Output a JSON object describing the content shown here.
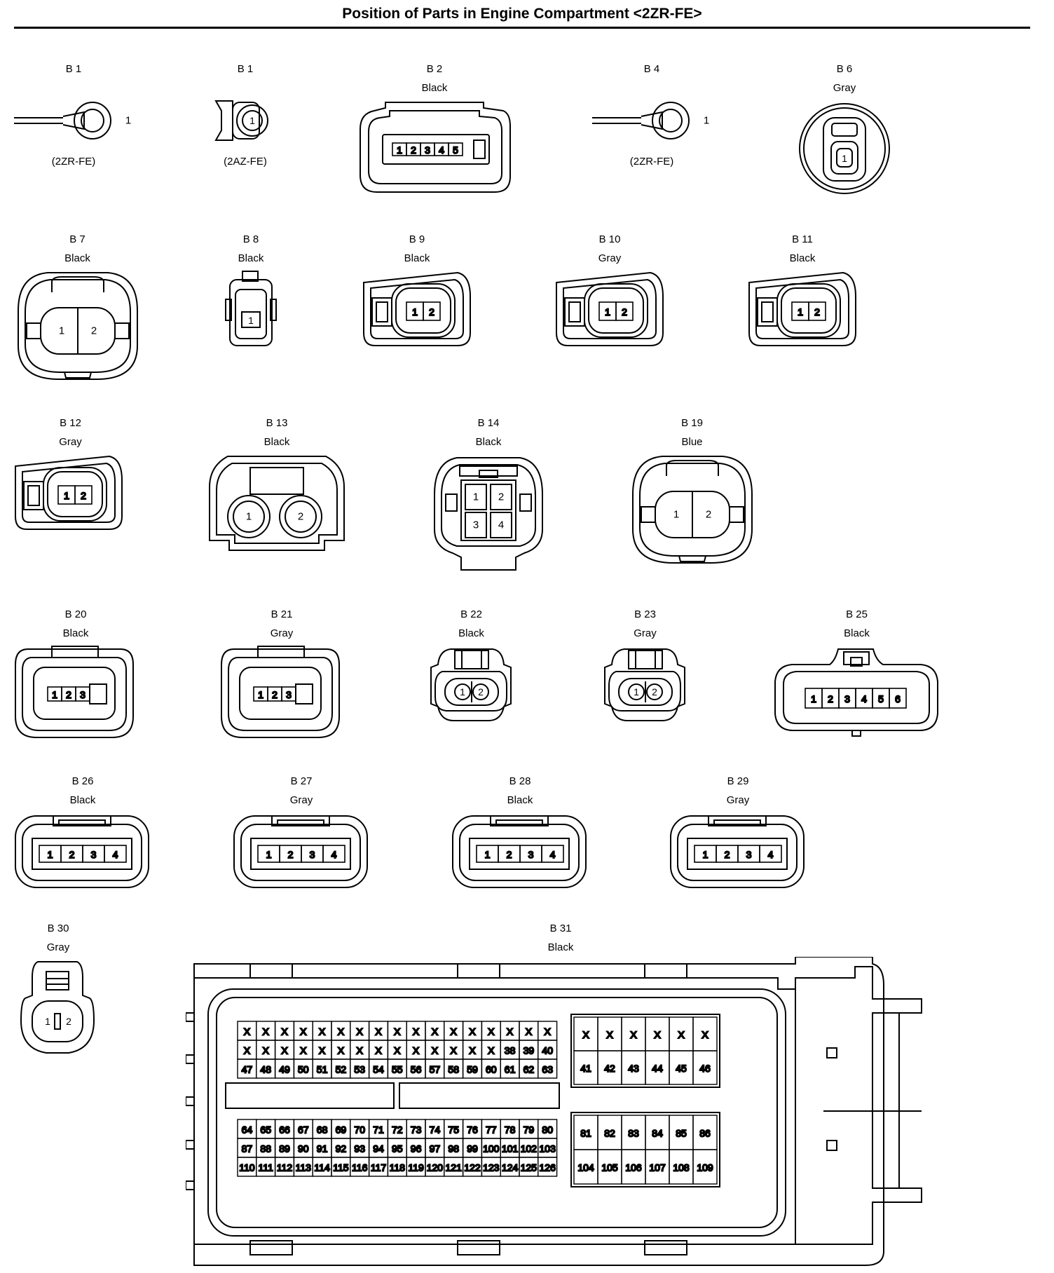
{
  "title": "Position of Parts in Engine Compartment <2ZR-FE>",
  "connectors": [
    {
      "id": "B 1",
      "color": "",
      "note": "(2ZR-FE)",
      "pins": [
        "1"
      ]
    },
    {
      "id": "B 1",
      "color": "",
      "note": "(2AZ-FE)",
      "pins": [
        "1"
      ]
    },
    {
      "id": "B 2",
      "color": "Black",
      "note": "",
      "pins": [
        "1",
        "2",
        "3",
        "4",
        "5"
      ]
    },
    {
      "id": "B 4",
      "color": "",
      "note": "(2ZR-FE)",
      "pins": [
        "1"
      ]
    },
    {
      "id": "B 6",
      "color": "Gray",
      "note": "",
      "pins": [
        "1"
      ]
    },
    {
      "id": "B 7",
      "color": "Black",
      "note": "",
      "pins": [
        "1",
        "2"
      ]
    },
    {
      "id": "B 8",
      "color": "Black",
      "note": "",
      "pins": [
        "1"
      ]
    },
    {
      "id": "B 9",
      "color": "Black",
      "note": "",
      "pins": [
        "1",
        "2"
      ]
    },
    {
      "id": "B 10",
      "color": "Gray",
      "note": "",
      "pins": [
        "1",
        "2"
      ]
    },
    {
      "id": "B 11",
      "color": "Black",
      "note": "",
      "pins": [
        "1",
        "2"
      ]
    },
    {
      "id": "B 12",
      "color": "Gray",
      "note": "",
      "pins": [
        "1",
        "2"
      ]
    },
    {
      "id": "B 13",
      "color": "Black",
      "note": "",
      "pins": [
        "1",
        "2"
      ]
    },
    {
      "id": "B 14",
      "color": "Black",
      "note": "",
      "pins": [
        "1",
        "2",
        "3",
        "4"
      ]
    },
    {
      "id": "B 19",
      "color": "Blue",
      "note": "",
      "pins": [
        "1",
        "2"
      ]
    },
    {
      "id": "B 20",
      "color": "Black",
      "note": "",
      "pins": [
        "1",
        "2",
        "3"
      ]
    },
    {
      "id": "B 21",
      "color": "Gray",
      "note": "",
      "pins": [
        "1",
        "2",
        "3"
      ]
    },
    {
      "id": "B 22",
      "color": "Black",
      "note": "",
      "pins": [
        "1",
        "2"
      ]
    },
    {
      "id": "B 23",
      "color": "Gray",
      "note": "",
      "pins": [
        "1",
        "2"
      ]
    },
    {
      "id": "B 25",
      "color": "Black",
      "note": "",
      "pins": [
        "1",
        "2",
        "3",
        "4",
        "5",
        "6"
      ]
    },
    {
      "id": "B 26",
      "color": "Black",
      "note": "",
      "pins": [
        "1",
        "2",
        "3",
        "4"
      ]
    },
    {
      "id": "B 27",
      "color": "Gray",
      "note": "",
      "pins": [
        "1",
        "2",
        "3",
        "4"
      ]
    },
    {
      "id": "B 28",
      "color": "Black",
      "note": "",
      "pins": [
        "1",
        "2",
        "3",
        "4"
      ]
    },
    {
      "id": "B 29",
      "color": "Gray",
      "note": "",
      "pins": [
        "1",
        "2",
        "3",
        "4"
      ]
    },
    {
      "id": "B 30",
      "color": "Gray",
      "note": "",
      "pins": [
        "1",
        "2"
      ]
    },
    {
      "id": "B 31",
      "color": "Black",
      "note": "",
      "pins": []
    }
  ],
  "ecu": {
    "top_left_rows": [
      [
        "X",
        "X",
        "X",
        "X",
        "X",
        "X",
        "X",
        "X",
        "X",
        "X",
        "X",
        "X",
        "X",
        "X",
        "X",
        "X",
        "X"
      ],
      [
        "X",
        "X",
        "X",
        "X",
        "X",
        "X",
        "X",
        "X",
        "X",
        "X",
        "X",
        "X",
        "X",
        "X",
        "38",
        "39",
        "40"
      ],
      [
        "47",
        "48",
        "49",
        "50",
        "51",
        "52",
        "53",
        "54",
        "55",
        "56",
        "57",
        "58",
        "59",
        "60",
        "61",
        "62",
        "63"
      ]
    ],
    "top_right_rows": [
      [
        "X",
        "X",
        "X",
        "X",
        "X",
        "X"
      ],
      [
        "41",
        "42",
        "43",
        "44",
        "45",
        "46"
      ]
    ],
    "bottom_left_rows": [
      [
        "64",
        "65",
        "66",
        "67",
        "68",
        "69",
        "70",
        "71",
        "72",
        "73",
        "74",
        "75",
        "76",
        "77",
        "78",
        "79",
        "80"
      ],
      [
        "87",
        "88",
        "89",
        "90",
        "91",
        "92",
        "93",
        "94",
        "95",
        "96",
        "97",
        "98",
        "99",
        "100",
        "101",
        "102",
        "103"
      ],
      [
        "110",
        "111",
        "112",
        "113",
        "114",
        "115",
        "116",
        "117",
        "118",
        "119",
        "120",
        "121",
        "122",
        "123",
        "124",
        "125",
        "126"
      ]
    ],
    "bottom_right_rows": [
      [
        "81",
        "82",
        "83",
        "84",
        "85",
        "86"
      ],
      [
        "104",
        "105",
        "106",
        "107",
        "108",
        "109"
      ]
    ]
  }
}
